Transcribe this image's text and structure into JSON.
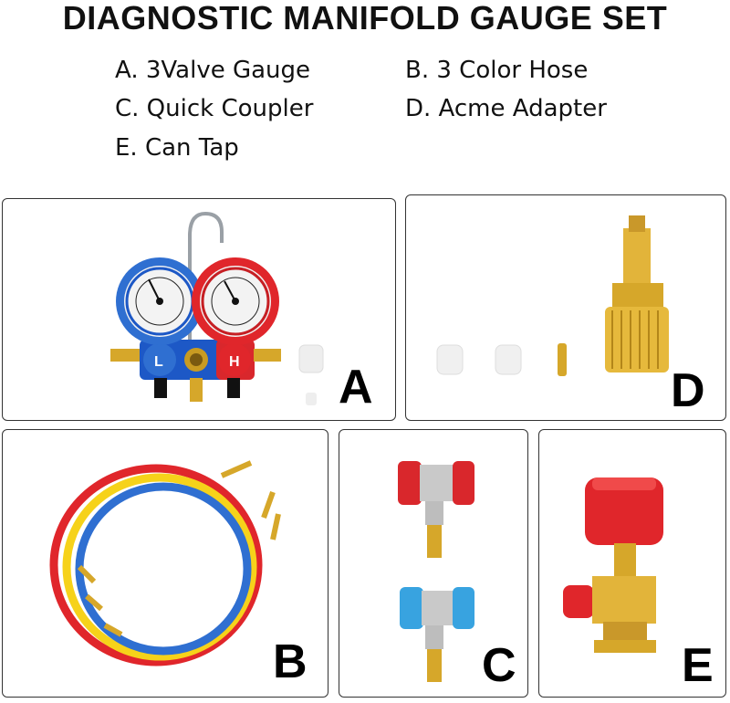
{
  "title": "DIAGNOSTIC MANIFOLD GAUGE SET",
  "legend": {
    "a": "A. 3Valve Gauge",
    "b": "B. 3 Color Hose",
    "c": "C. Quick Coupler",
    "d": "D. Acme Adapter",
    "e": "E. Can Tap"
  },
  "panels": {
    "a": {
      "letter": "A",
      "gauge_low": "L",
      "gauge_high": "H"
    },
    "b": {
      "letter": "B"
    },
    "c": {
      "letter": "C"
    },
    "d": {
      "letter": "D"
    },
    "e": {
      "letter": "E"
    }
  },
  "colors": {
    "blue": "#2f6fd1",
    "red": "#e0262b",
    "yellow": "#f6d21a",
    "brass": "#d6a72a"
  }
}
